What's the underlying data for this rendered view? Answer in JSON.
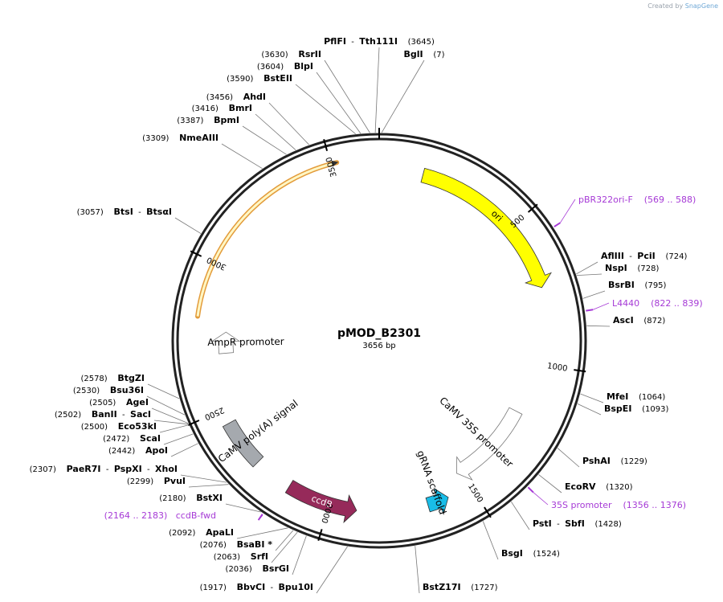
{
  "credit": {
    "prefix": "Created by",
    "brand": "SnapGene"
  },
  "plasmid": {
    "name": "pMOD_B2301",
    "length_label": "3656 bp",
    "length": 3656
  },
  "colors": {
    "ori": "#ffff00",
    "ccdB": "#962a5a",
    "gRNA": "#19bde8",
    "polyA": "#a5a9ae",
    "primer": "#a63ad6",
    "ampR": "#fff7c5",
    "ampR_outline": "#e39b3a"
  },
  "ticks": [
    {
      "label": "500",
      "pos": 500
    },
    {
      "label": "1000",
      "pos": 1000
    },
    {
      "label": "1500",
      "pos": 1500
    },
    {
      "label": "2000",
      "pos": 2000
    },
    {
      "label": "2500",
      "pos": 2500
    },
    {
      "label": "3000",
      "pos": 3000
    },
    {
      "label": "3500",
      "pos": 3500
    }
  ],
  "features": [
    {
      "id": "ori",
      "label": "ori",
      "start": 150,
      "end": 730,
      "color": "#ffff00",
      "direction": "forward"
    },
    {
      "id": "ccdB",
      "label": "ccdB",
      "start": 1905,
      "end": 2150,
      "color": "#962a5a",
      "direction": "reverse"
    },
    {
      "id": "gRNA",
      "label": "gRNA scaffold",
      "start": 1586,
      "end": 1660,
      "color": "#19bde8",
      "direction": "reverse"
    },
    {
      "id": "polyA",
      "label": "CaMV poly(A) signal",
      "start": 2285,
      "end": 2450,
      "color": "#a5a9ae",
      "direction": "none"
    },
    {
      "id": "p35S",
      "label": "CaMV 35S promoter",
      "start": 1190,
      "end": 1520,
      "color": "#ffffff",
      "direction": "forward"
    },
    {
      "id": "ampRprom",
      "label": "AmpR promoter",
      "start": 2695,
      "end": 2775,
      "color": "#ffffff",
      "direction": "forward"
    }
  ],
  "backbone_arc": {
    "label": "",
    "start": 2820,
    "end": 3520
  },
  "enzymes": [
    {
      "text": "PflFI",
      "text2": "Tth111I",
      "num": "(3645)",
      "pos": 3645
    },
    {
      "text": "BglI",
      "num": "(7)",
      "pos": 7
    },
    {
      "text": "RsrII",
      "num": "(3630)",
      "pos": 3630
    },
    {
      "text": "BlpI",
      "num": "(3604)",
      "pos": 3604
    },
    {
      "text": "BstEII",
      "num": "(3590)",
      "pos": 3590
    },
    {
      "text": "AhdI",
      "num": "(3456)",
      "pos": 3456
    },
    {
      "text": "BmrI",
      "num": "(3416)",
      "pos": 3416
    },
    {
      "text": "BpmI",
      "num": "(3387)",
      "pos": 3387
    },
    {
      "text": "NmeAIII",
      "num": "(3309)",
      "pos": 3309
    },
    {
      "text": "BtsI",
      "text2": "BtsαI",
      "num": "(3057)",
      "pos": 3057
    },
    {
      "text": "AflIII",
      "text2": "PciI",
      "num": "(724)",
      "pos": 724
    },
    {
      "text": "NspI",
      "num": "(728)",
      "pos": 728
    },
    {
      "text": "BsrBI",
      "num": "(795)",
      "pos": 795
    },
    {
      "text": "AscI",
      "num": "(872)",
      "pos": 872
    },
    {
      "text": "MfeI",
      "num": "(1064)",
      "pos": 1064
    },
    {
      "text": "BspEI",
      "num": "(1093)",
      "pos": 1093
    },
    {
      "text": "PshAI",
      "num": "(1229)",
      "pos": 1229
    },
    {
      "text": "EcoRV",
      "num": "(1320)",
      "pos": 1320
    },
    {
      "text": "PstI",
      "text2": "SbfI",
      "num": "(1428)",
      "pos": 1428
    },
    {
      "text": "BsgI",
      "num": "(1524)",
      "pos": 1524
    },
    {
      "text": "BstZ17I",
      "num": "(1727)",
      "pos": 1727
    },
    {
      "text": "BbvCI",
      "text2": "Bpu10I",
      "num": "(1917)",
      "pos": 1917
    },
    {
      "text": "BsrGI",
      "num": "(2036)",
      "pos": 2036
    },
    {
      "text": "SrfI",
      "num": "(2063)",
      "pos": 2063
    },
    {
      "text": "BsaBI *",
      "num": "(2076)",
      "pos": 2076
    },
    {
      "text": "ApaLI",
      "num": "(2092)",
      "pos": 2092
    },
    {
      "text": "BstXI",
      "num": "(2180)",
      "pos": 2180
    },
    {
      "text": "PvuI",
      "num": "(2299)",
      "pos": 2299
    },
    {
      "text": "PaeR7I",
      "text2": "PspXI",
      "text3": "XhoI",
      "num": "(2307)",
      "pos": 2307
    },
    {
      "text": "ApoI",
      "num": "(2442)",
      "pos": 2442
    },
    {
      "text": "ScaI",
      "num": "(2472)",
      "pos": 2472
    },
    {
      "text": "Eco53kI",
      "num": "(2500)",
      "pos": 2500
    },
    {
      "text": "BanII",
      "text2": "SacI",
      "num": "(2502)",
      "pos": 2502
    },
    {
      "text": "AgeI",
      "num": "(2505)",
      "pos": 2505
    },
    {
      "text": "Bsu36I",
      "num": "(2530)",
      "pos": 2530
    },
    {
      "text": "BtgZI",
      "num": "(2578)",
      "pos": 2578
    }
  ],
  "primers": [
    {
      "text": "pBR322ori-F",
      "range": "(569 .. 588)",
      "pos": 578
    },
    {
      "text": "L4440",
      "range": "(822 .. 839)",
      "pos": 830
    },
    {
      "text": "35S promoter",
      "range": "(1356 .. 1376)",
      "pos": 1366
    },
    {
      "text": "ccdB-fwd",
      "range": "(2164 .. 2183)",
      "pos": 2173
    }
  ]
}
